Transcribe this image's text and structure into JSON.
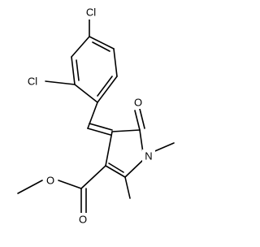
{
  "molecule": {
    "atom_labels": {
      "cl_top": "Cl",
      "cl_left": "Cl",
      "oxygen_ketone": "O",
      "nitrogen": "N",
      "oxygen_ester_double": "O",
      "oxygen_ester_single": "O"
    }
  }
}
